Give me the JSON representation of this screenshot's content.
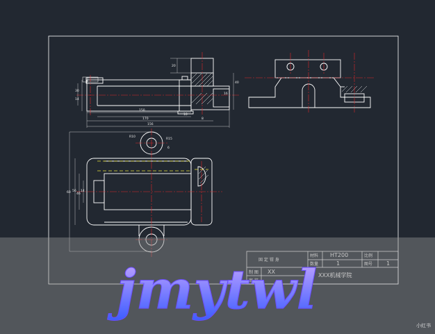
{
  "drawing": {
    "dimensions": {
      "d20": "20",
      "d40": "40",
      "d30": "30",
      "d14": "14",
      "d16": "16",
      "d8": "8",
      "d10": "10",
      "d150": "150",
      "d170": "170",
      "d156": "156",
      "d60": "60",
      "d56": "56",
      "d46": "46",
      "d14b": "14",
      "d6": "6",
      "r10": "R10",
      "r15": "R15"
    },
    "title_block": {
      "drawing_name": "固 定 钳 身",
      "material_label": "材料",
      "material": "HT200",
      "scale_label": "比例",
      "quantity_label": "数量",
      "quantity": "1",
      "drawing_no_label": "图号",
      "drawing_no": "1",
      "drafter_label": "制 图",
      "drafter": "XX",
      "checker_label": "审 核",
      "school": "XXX机械学院"
    }
  },
  "watermark": {
    "text": "jmytwl"
  },
  "badge": {
    "text": "小红书"
  },
  "colors": {
    "background": "#222831",
    "line": "#ffffff",
    "center_line": "#e0262a",
    "hidden_line": "#e8e23c",
    "dim_line": "#e8e8e8",
    "watermark_top": "#c7a6ff",
    "watermark_bottom": "#3a5cff"
  }
}
